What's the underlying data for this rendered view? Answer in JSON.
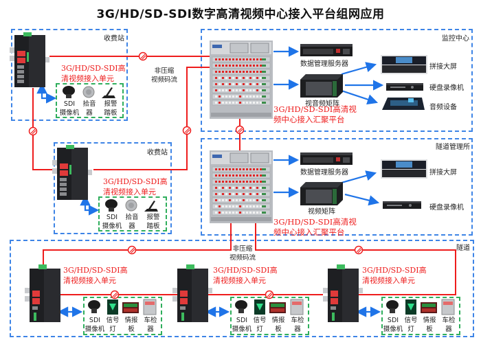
{
  "title": "3G/HD/SD-SDI数字高清视频中心接入平台组网应用",
  "zones": {
    "toll_station_1": "收费站",
    "toll_station_2": "收费站",
    "monitor_center": "监控中心",
    "tunnel_management": "隧道管理所",
    "tunnel": "隧道"
  },
  "labels": {
    "access_unit": "3G/HD/SD-SDI高\n清视频接入单元",
    "access_unit_line1": "3G/HD/SD-SDI高",
    "access_unit_line2": "清视频接入单元",
    "platform_line1": "3G/HD/SD-SDI高清视",
    "platform_line2": "频中心接入汇聚平台",
    "stream_line1": "非压缩",
    "stream_line2": "视频码流"
  },
  "monitor_center": {
    "server": "数据管理服务器",
    "matrix": "视音频矩阵",
    "outputs": [
      "拼接大屏",
      "硬盘录像机",
      "音频设备"
    ]
  },
  "tunnel_management": {
    "server": "数据管理服务器",
    "matrix": "视频矩阵",
    "outputs": [
      "拼接大屏",
      "硬盘录像机"
    ]
  },
  "toll_devices": [
    {
      "line1": "SDI",
      "line2": "摄像机"
    },
    {
      "line1": "拾音",
      "line2": "器"
    },
    {
      "line1": "报警",
      "line2": "踏板"
    }
  ],
  "tunnel_devices": [
    {
      "line1": "SDI",
      "line2": "摄像机"
    },
    {
      "line1": "信号",
      "line2": "灯"
    },
    {
      "line1": "情报",
      "line2": "板"
    },
    {
      "line1": "车检",
      "line2": "器"
    }
  ],
  "colors": {
    "fiber": "#ee1c1c",
    "link": "#1f74e8",
    "zone_border": "#3d84e6",
    "device_group_border": "#2fae5c",
    "accent_text": "#ee1c1c"
  }
}
